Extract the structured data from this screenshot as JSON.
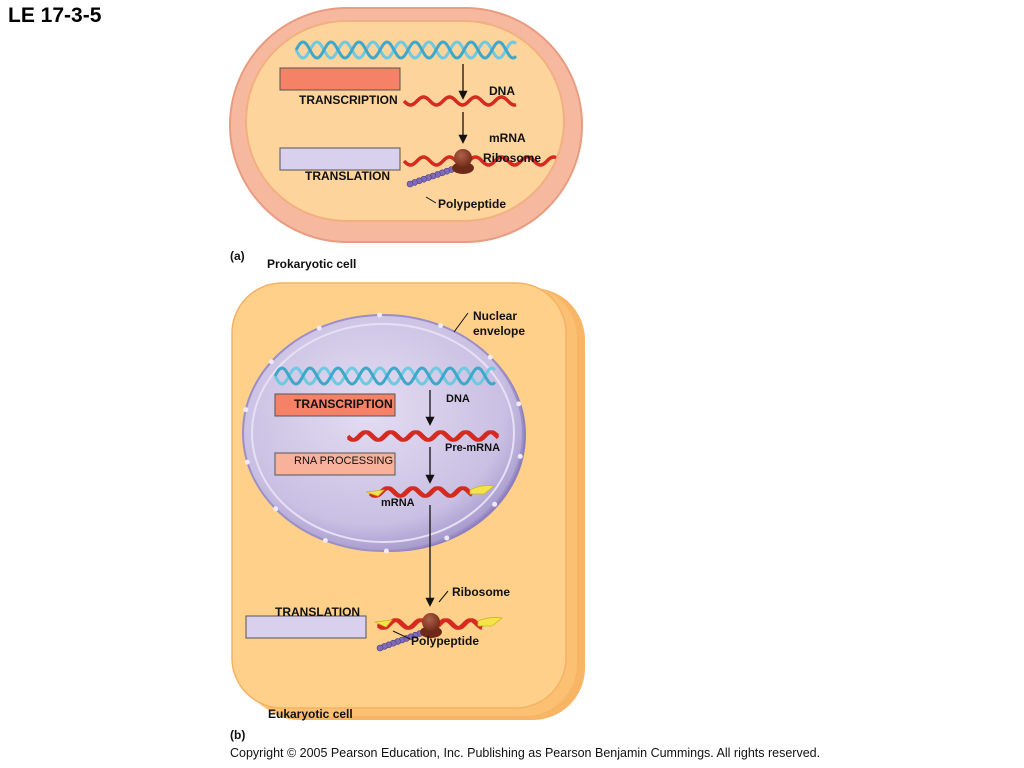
{
  "title": "LE 17-3-5",
  "colors": {
    "prokaryote_outer": "#F7B8A0",
    "prokaryote_inner": "#FDD49C",
    "eukaryote_cell": "#FFD08A",
    "nucleus": "#C9BFE3",
    "transcription_box": "#F58267",
    "translation_box": "#D9D0EE",
    "dna": "#6FC9E0",
    "mrna": "#D42A1F",
    "cap": "#F4E34A",
    "ribosome": "#8A3B25",
    "polypeptide": "#7F6BB8"
  },
  "panel_a": {
    "letter": "(a)",
    "caption": "Prokaryotic cell",
    "transcription": "TRANSCRIPTION",
    "translation": "TRANSLATION",
    "dna": "DNA",
    "mrna": "mRNA",
    "ribosome": "Ribosome",
    "polypeptide": "Polypeptide"
  },
  "panel_b": {
    "letter": "(b)",
    "caption": "Eukaryotic cell",
    "nuclear_envelope_1": "Nuclear",
    "nuclear_envelope_2": "envelope",
    "transcription": "TRANSCRIPTION",
    "rna_processing": "RNA PROCESSING",
    "translation": "TRANSLATION",
    "dna": "DNA",
    "pre_mrna": "Pre-mRNA",
    "mrna": "mRNA",
    "ribosome": "Ribosome",
    "polypeptide": "Polypeptide"
  },
  "copyright": "Copyright © 2005 Pearson Education, Inc. Publishing as Pearson Benjamin Cummings. All rights reserved."
}
